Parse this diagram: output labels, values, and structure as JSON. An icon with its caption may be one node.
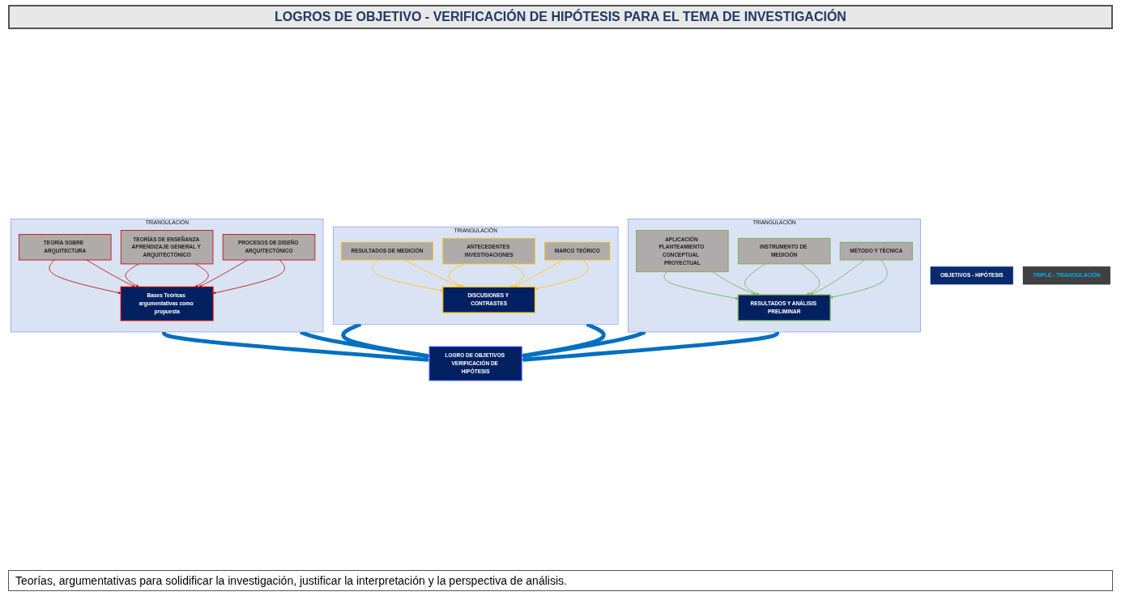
{
  "diagram": {
    "title": "LOGROS DE OBJETIVO  - VERIFICACIÓN DE HIPÓTESIS PARA EL TEMA DE INVESTIGACIÓN",
    "caption": "Teorías, argumentativas para solidificar la investigación, justificar la interpretación y la perspectiva de análisis.",
    "nodes": [
      {
        "text": [
          "OBJETIVOS - HIPÓTESIS"
        ]
      },
      {
        "text": [
          "TRIPLE - TRIANGULACIÓN"
        ]
      },
      {
        "text": [
          "TRIANGULACIÓN"
        ]
      },
      {
        "text": [
          "TEORÍA SOBRE  ARQUITECTURA"
        ],
        "in": 2
      },
      {
        "text": [
          "TEORÍAS DE ENSEÑANZA APRENDIZAJE GENERAL Y ARQUITECTÓNICO"
        ],
        "in": 2
      },
      {
        "text": [
          "Bases Teóricas argumentativas como propuesta"
        ],
        "in": 2
      },
      {
        "text": [
          "PROCESOS DE DISEÑO ARQUITECTÓNICO"
        ],
        "in": 2
      },
      {
        "text": [
          "TRIANGULACIÓN"
        ]
      },
      {
        "text": [
          "RESULTADOS DE MEDICIÓN"
        ],
        "in": 7
      },
      {
        "text": [
          "ANTECEDENTES INVESTIGACIONES"
        ],
        "in": 7
      },
      {
        "text": [
          "DISCUSIONES Y CONTRASTES"
        ],
        "in": 7
      },
      {
        "text": [
          "MARCO TEÓRICO"
        ],
        "in": 7
      },
      {
        "text": [
          "LOGRO DE OBJETIVOS VERIFICACIÓN DE HIPÓTESIS"
        ]
      },
      {
        "text": [
          "TRIANGULACIÓN"
        ]
      },
      {
        "text": [
          "APLICACIÓN PLANTEAMIENTO CONCEPTUAL  PROYECTUAL"
        ],
        "in": 13
      },
      {
        "text": [
          "RESULTADOS Y ANÁLISIS PRELIMINAR"
        ],
        "in": 13
      },
      {
        "text": [
          "INSTRUMENTO DE MEDICIÓN"
        ],
        "in": 13
      },
      {
        "text": [
          "MÉTODO Y TÉCNICA"
        ],
        "in": 13
      }
    ],
    "edges": [
      {
        "from": 3,
        "to": 5,
        "arrow": "to",
        "color": "#c00000"
      },
      {
        "from": 3,
        "to": 5,
        "arrow": "to",
        "color": "#c00000"
      },
      {
        "from": 4,
        "to": 5,
        "arrow": "to",
        "color": "#c00000"
      },
      {
        "from": 4,
        "to": 5,
        "arrow": "to",
        "color": "#c00000"
      },
      {
        "from": 6,
        "to": 5,
        "arrow": "to",
        "color": "#c00000"
      },
      {
        "from": 6,
        "to": 5,
        "arrow": "to",
        "color": "#c00000"
      },
      {
        "from": 8,
        "to": 10,
        "arrow": "to",
        "color": "#ffc000"
      },
      {
        "from": 8,
        "to": 10,
        "arrow": "to",
        "color": "#ffc000"
      },
      {
        "from": 9,
        "to": 10,
        "arrow": "to",
        "color": "#ffc000"
      },
      {
        "from": 9,
        "to": 10,
        "arrow": "to",
        "color": "#ffc000"
      },
      {
        "from": 11,
        "to": 10,
        "arrow": "to",
        "color": "#ffc000"
      },
      {
        "from": 11,
        "to": 10,
        "arrow": "to",
        "color": "#ffc000"
      },
      {
        "from": 14,
        "to": 15,
        "arrow": "to",
        "color": "#70ad47"
      },
      {
        "from": 14,
        "to": 15,
        "arrow": "to",
        "color": "#70ad47"
      },
      {
        "from": 16,
        "to": 15,
        "arrow": "to",
        "color": "#70ad47"
      },
      {
        "from": 16,
        "to": 15,
        "arrow": "to",
        "color": "#70ad47"
      },
      {
        "from": 17,
        "to": 15,
        "arrow": "to",
        "color": "#70ad47"
      },
      {
        "from": 17,
        "to": 15,
        "arrow": "to",
        "color": "#70ad47"
      },
      {
        "from": 2,
        "to": 12,
        "arrow": "to",
        "style": "thick",
        "color": "#0070c0"
      },
      {
        "from": 2,
        "to": 12,
        "arrow": "to",
        "style": "thick",
        "color": "#0070c0"
      },
      {
        "from": 7,
        "to": 12,
        "arrow": "to",
        "style": "thick",
        "color": "#0070c0"
      },
      {
        "from": 7,
        "to": 12,
        "arrow": "to",
        "style": "thick",
        "color": "#0070c0"
      },
      {
        "from": 13,
        "to": 12,
        "arrow": "to",
        "style": "thick",
        "color": "#0070c0"
      },
      {
        "from": 13,
        "to": 12,
        "arrow": "to",
        "style": "thick",
        "color": "#0070c0"
      }
    ]
  }
}
